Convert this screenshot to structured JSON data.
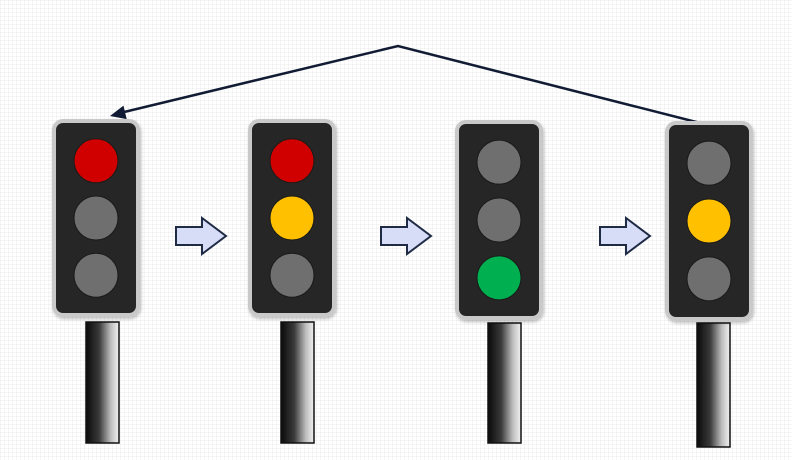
{
  "colors": {
    "red_on": "#d10000",
    "amber_on": "#ffc000",
    "green_on": "#00b050",
    "lamp_off": "#6f6f6f",
    "housing": "#262626",
    "housing_border": "#c9c9c9",
    "step_arrow_fill": "#d7dcf7",
    "step_arrow_stroke": "#1f2a44",
    "return_arrow": "#111b33"
  },
  "icons": {
    "step_arrow": "right-block-arrow-icon",
    "return_arrow": "return-arrow-icon"
  },
  "lights": [
    {
      "name": "traffic-light-stop",
      "lamps": [
        "red",
        "off",
        "off"
      ]
    },
    {
      "name": "traffic-light-ready",
      "lamps": [
        "red",
        "amber",
        "off"
      ]
    },
    {
      "name": "traffic-light-go",
      "lamps": [
        "off",
        "off",
        "green"
      ]
    },
    {
      "name": "traffic-light-caution",
      "lamps": [
        "off",
        "amber",
        "off"
      ]
    }
  ],
  "transitions": [
    {
      "from": 0,
      "to": 1,
      "type": "step"
    },
    {
      "from": 1,
      "to": 2,
      "type": "step"
    },
    {
      "from": 2,
      "to": 3,
      "type": "step"
    },
    {
      "from": 3,
      "to": 0,
      "type": "return"
    }
  ]
}
